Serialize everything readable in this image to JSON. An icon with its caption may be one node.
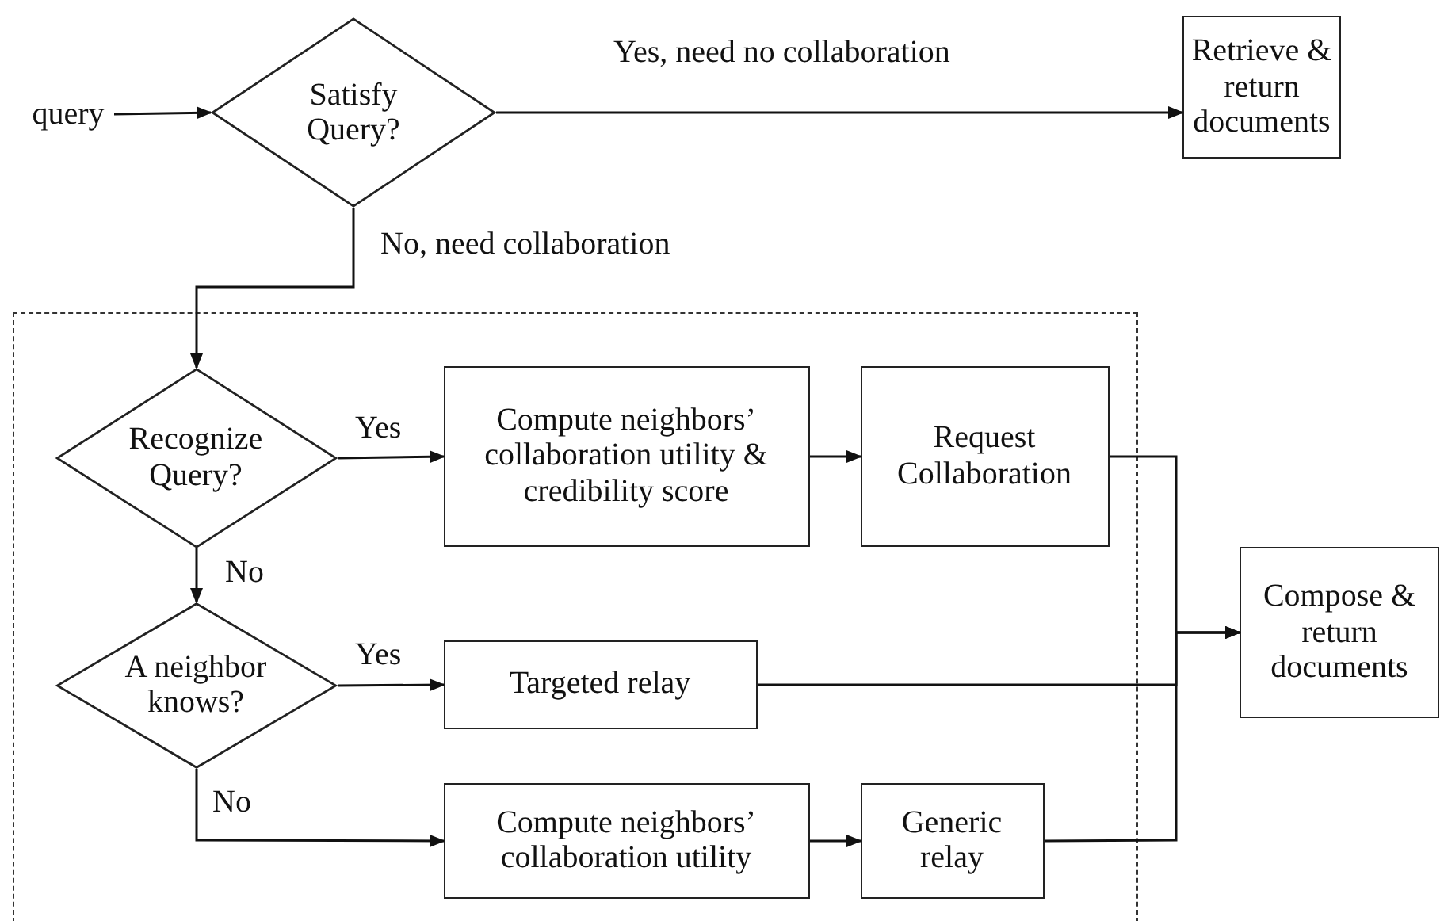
{
  "diagram": {
    "nodes": [
      {
        "text": [
          "query"
        ]
      },
      {
        "text": [
          "Satisfy Query?"
        ]
      },
      {
        "text": [
          "Retrieve & return documents"
        ]
      },
      {
        "text": [],
        "shape": "box"
      },
      {
        "text": [
          "Recognize Query?"
        ],
        "in": 3
      },
      {
        "text": [
          "Compute neighbors’ collaboration utility & credibility score"
        ],
        "in": 3
      },
      {
        "text": [
          "Request Collaboration"
        ],
        "in": 3
      },
      {
        "text": [
          "A neighbor knows?"
        ],
        "in": 3
      },
      {
        "text": [
          "Targeted relay"
        ],
        "in": 3
      },
      {
        "text": [
          "Compute neighbors’ collaboration utility"
        ],
        "in": 3
      },
      {
        "text": [
          "Generic relay"
        ],
        "in": 3
      },
      {
        "text": [
          "Compose & return documents"
        ]
      }
    ],
    "edges": [
      {
        "from": 0,
        "to": 1,
        "arrow": "to"
      },
      {
        "from": 1,
        "to": 2,
        "arrow": "to",
        "label": "Yes, need no collaboration"
      },
      {
        "from": 1,
        "to": 4,
        "arrow": "to",
        "label": "No, need collaboration"
      },
      {
        "from": 4,
        "to": 5,
        "arrow": "to",
        "label": "Yes"
      },
      {
        "from": 4,
        "to": 7,
        "arrow": "to",
        "label": "No"
      },
      {
        "from": 7,
        "to": 8,
        "arrow": "to",
        "label": "Yes"
      },
      {
        "from": 7,
        "to": 9,
        "arrow": "to",
        "label": "No"
      },
      {
        "from": 5,
        "to": 6,
        "arrow": "to"
      },
      {
        "from": 9,
        "to": 10,
        "arrow": "to"
      },
      {
        "from": 6,
        "to": 11,
        "arrow": "to"
      },
      {
        "from": 8,
        "to": 11,
        "arrow": "to"
      },
      {
        "from": 10,
        "to": 11,
        "arrow": "to"
      }
    ]
  }
}
